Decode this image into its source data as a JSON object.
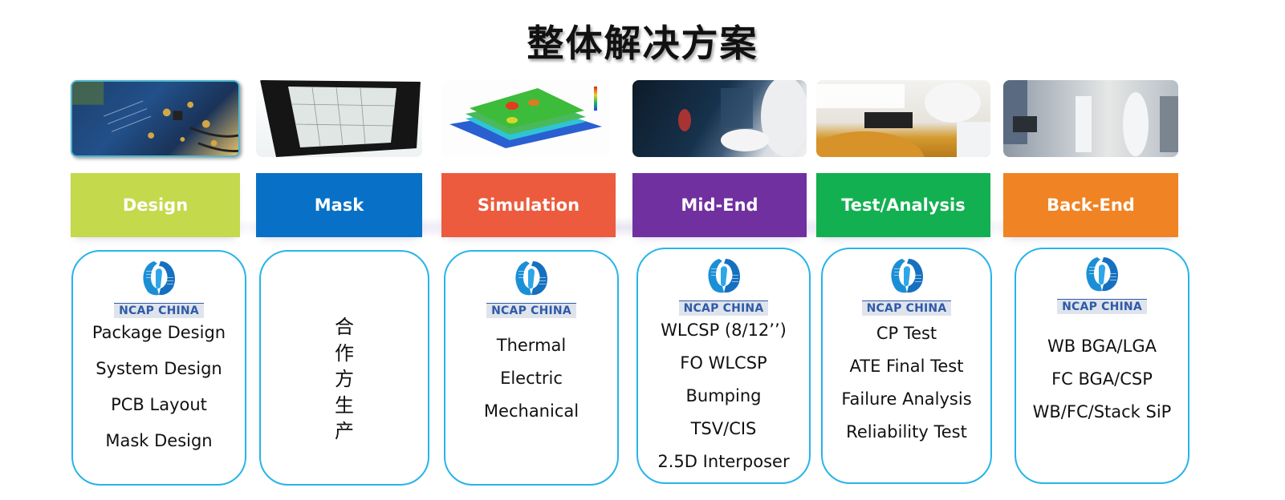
{
  "title": "整体解决方案",
  "logo": {
    "text": "NCAP CHINA",
    "icon": "ncap-logo-icon"
  },
  "columns": [
    {
      "id": "design",
      "label": "Design",
      "color": "#c4d94b",
      "photo": "pcb-board-photo",
      "has_logo": true,
      "items": [
        "Package Design",
        "System Design",
        "PCB Layout",
        "Mask Design"
      ]
    },
    {
      "id": "mask",
      "label": "Mask",
      "color": "#0870c6",
      "photo": "photomask-photo",
      "has_logo": false,
      "vertical_text": [
        "合",
        "作",
        "方",
        "生",
        "产"
      ]
    },
    {
      "id": "simulation",
      "label": "Simulation",
      "color": "#ec5b3d",
      "photo": "thermal-simulation-image",
      "has_logo": true,
      "items": [
        "Thermal",
        "Electric",
        "Mechanical"
      ]
    },
    {
      "id": "mid-end",
      "label": "Mid-End",
      "color": "#7030a0",
      "photo": "cleanroom-mid-end-photo",
      "has_logo": true,
      "items": [
        "WLCSP (8/12’’)",
        "FO WLCSP",
        "Bumping",
        "TSV/CIS",
        "2.5D Interposer"
      ]
    },
    {
      "id": "test-analysis",
      "label": "Test/Analysis",
      "color": "#12b050",
      "photo": "wafer-test-photo",
      "has_logo": true,
      "items": [
        "CP Test",
        "ATE Final Test",
        "Failure Analysis",
        "Reliability Test"
      ]
    },
    {
      "id": "back-end",
      "label": "Back-End",
      "color": "#f08324",
      "photo": "assembly-line-photo",
      "has_logo": true,
      "items": [
        "WB BGA/LGA",
        "FC BGA/CSP",
        "WB/FC/Stack SiP"
      ]
    }
  ],
  "card_border_color": "#27b4ea"
}
